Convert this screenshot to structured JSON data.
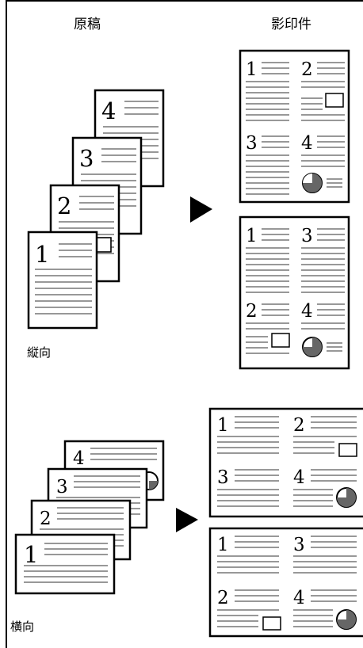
{
  "headers": {
    "original": "原稿",
    "copy": "影印件"
  },
  "portrait": {
    "label": "縦向"
  },
  "landscape": {
    "label": "横向"
  },
  "page_numbers": [
    "1",
    "2",
    "3",
    "4"
  ]
}
